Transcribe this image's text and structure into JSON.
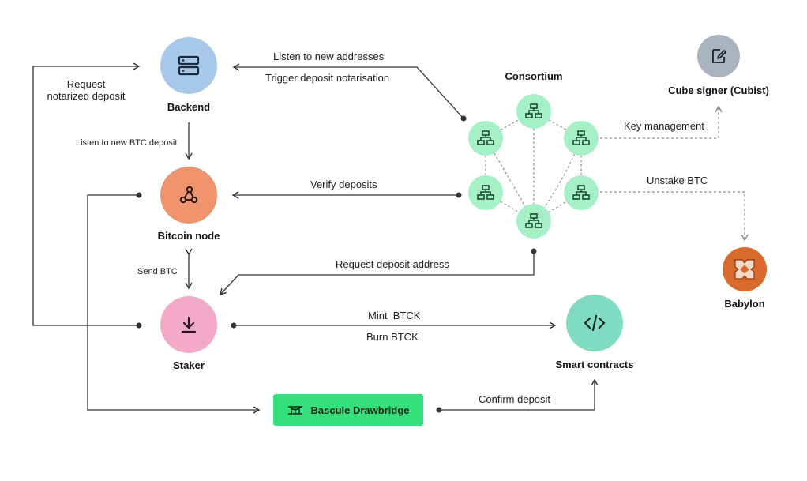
{
  "colors": {
    "backend": "#a7c8e8",
    "bitcoin_node": "#ef936e",
    "staker": "#f3aac6",
    "smart_contracts": "#7fdcc1",
    "consortium_node": "#a6f0c6",
    "cube_signer": "#a9b3bf",
    "babylon": "#d86a2e",
    "bascule": "#33e07c",
    "line": "#333333",
    "dotted": "#8a8a8a"
  },
  "nodes": {
    "backend": {
      "title": "Backend",
      "icon": "server-icon"
    },
    "bitcoin_node": {
      "title": "Bitcoin node",
      "icon": "network-nodes-icon"
    },
    "staker": {
      "title": "Staker",
      "icon": "download-icon"
    },
    "smart_contracts": {
      "title": "Smart contracts",
      "icon": "code-icon"
    },
    "consortium": {
      "title": "Consortium",
      "icon": "sitemap-icon"
    },
    "cube_signer": {
      "title": "Cube signer (Cubist)",
      "icon": "signature-icon"
    },
    "babylon": {
      "title": "Babylon",
      "icon": "babylon-logo-icon"
    },
    "bascule": {
      "title": "Bascule Drawbridge",
      "icon": "bridge-icon"
    }
  },
  "edges": {
    "request_notarized_line1": "Request",
    "request_notarized_line2": "notarized deposit",
    "listen_new_addresses": "Listen to new addresses",
    "trigger_notarisation": "Trigger deposit notarisation",
    "listen_btc_deposit": "Listen to new BTC deposit",
    "verify_deposits": "Verify deposits",
    "request_deposit_address": "Request deposit address",
    "send_btc": "Send BTC",
    "mint_btck": "Mint  BTCK",
    "burn_btck": "Burn BTCK",
    "confirm_deposit": "Confirm deposit",
    "key_management": "Key management",
    "unstake_btc": "Unstake BTC"
  }
}
